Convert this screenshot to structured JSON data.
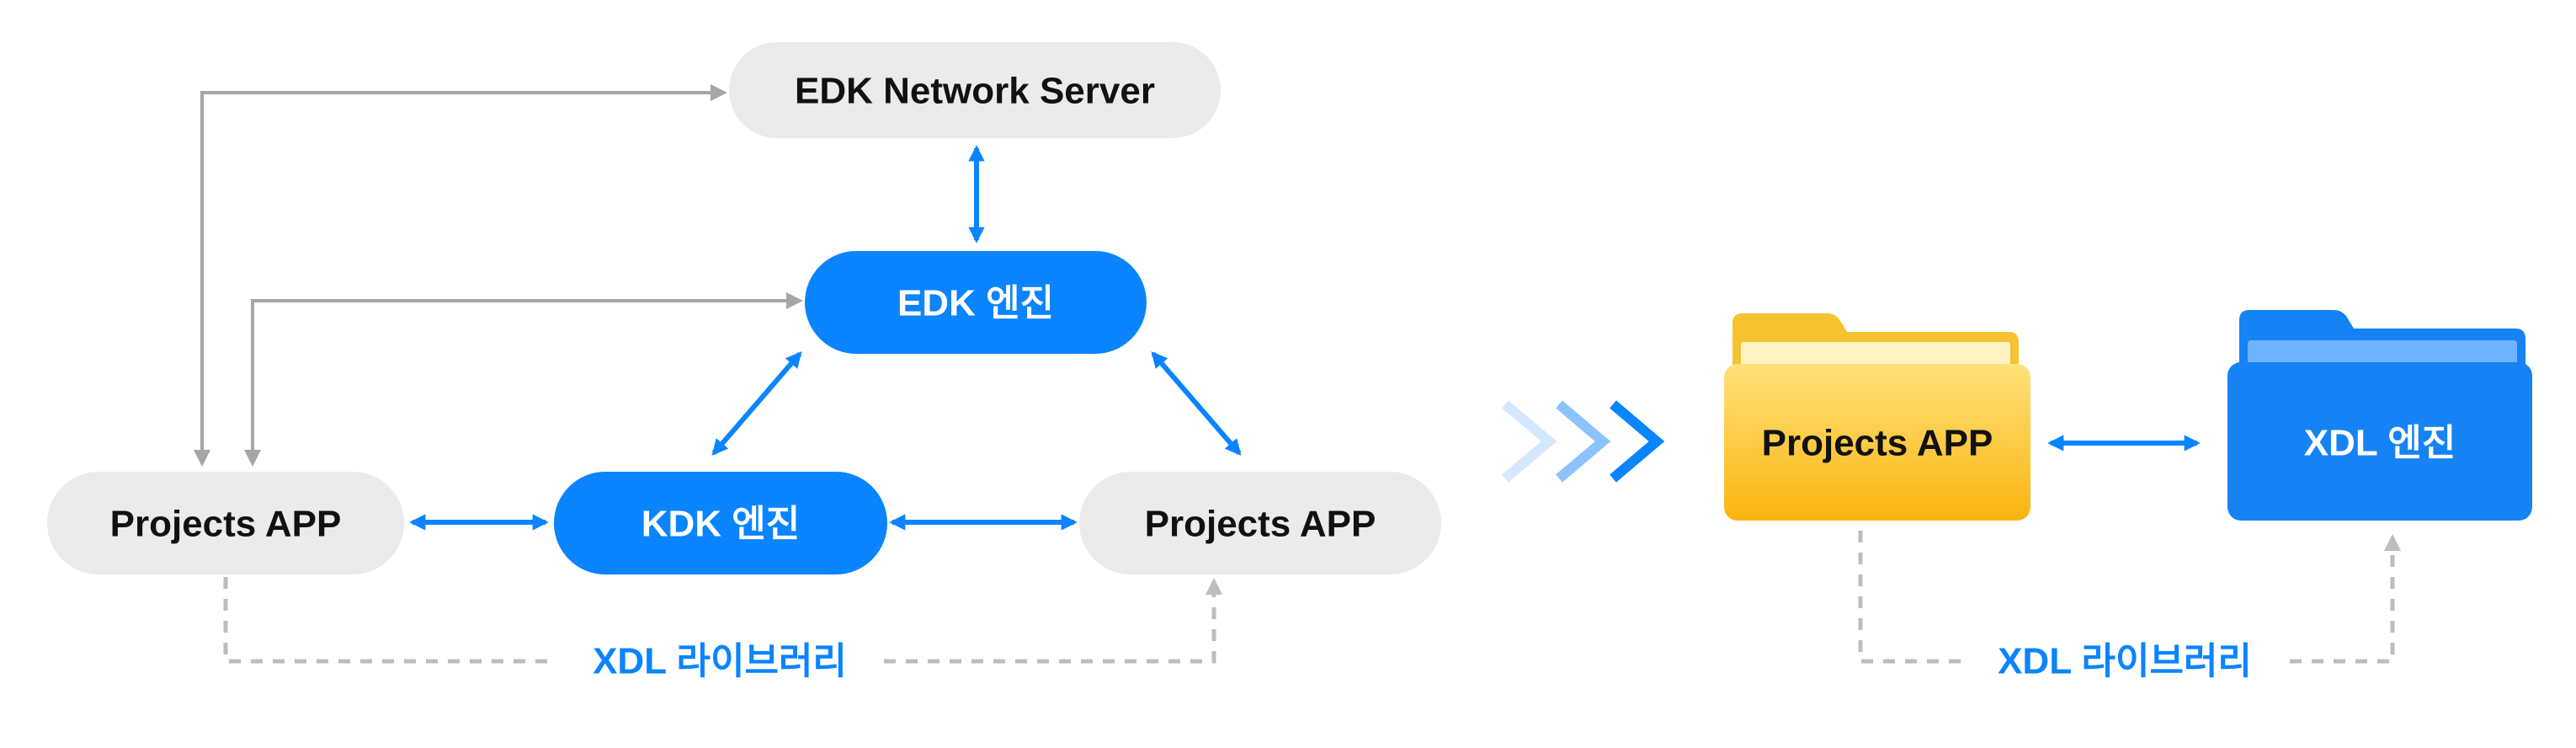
{
  "left": {
    "server": "EDK Network Server",
    "edk_engine": "EDK 엔진",
    "kdk_engine": "KDK 엔진",
    "app_left": "Projects APP",
    "app_right": "Projects APP",
    "library": "XDL 라이브러리"
  },
  "right": {
    "app_folder": "Projects APP",
    "xdl_folder": "XDL 엔진",
    "library": "XDL 라이브러리"
  },
  "colors": {
    "blue": "#0a84ff",
    "gray_pill": "#ebebeb",
    "gray_line": "#a6a6a6",
    "yellow_folder": "#fbc52a",
    "blue_folder": "#1683f5"
  }
}
